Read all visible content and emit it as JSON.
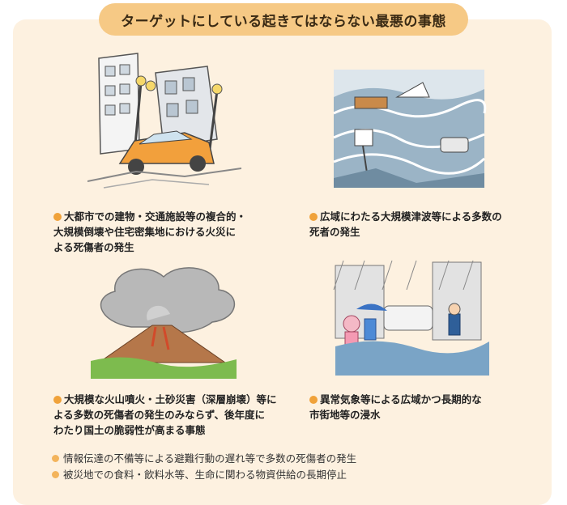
{
  "title": "ターゲットにしている起きてはならない最悪の事態",
  "colors": {
    "accent": "#f6c985",
    "panel": "#fdf1e0",
    "bullet": "#f0a23a"
  },
  "cards": [
    {
      "icon": "earthquake-illustration",
      "line1": "大都市での建物・交通施設等の複合的・",
      "line2": "大規模倒壊や住宅密集地における火災に",
      "line3": "よる死傷者の発生"
    },
    {
      "icon": "tsunami-illustration",
      "line1": "広域にわたる大規模津波等による多数の",
      "line2": "死者の発生"
    },
    {
      "icon": "volcano-illustration",
      "line1": "大規模な火山噴火・土砂災害（深層崩壊）等に",
      "line2": "よる多数の死傷者の発生のみならず、後年度に",
      "line3": "わたり国土の脆弱性が高まる事態"
    },
    {
      "icon": "flood-illustration",
      "line1": "異常気象等による広域かつ長期的な",
      "line2": "市街地等の浸水"
    }
  ],
  "bullets": [
    "情報伝達の不備等による避難行動の遅れ等で多数の死傷者の発生",
    "被災地での食料・飲料水等、生命に関わる物資供給の長期停止"
  ]
}
